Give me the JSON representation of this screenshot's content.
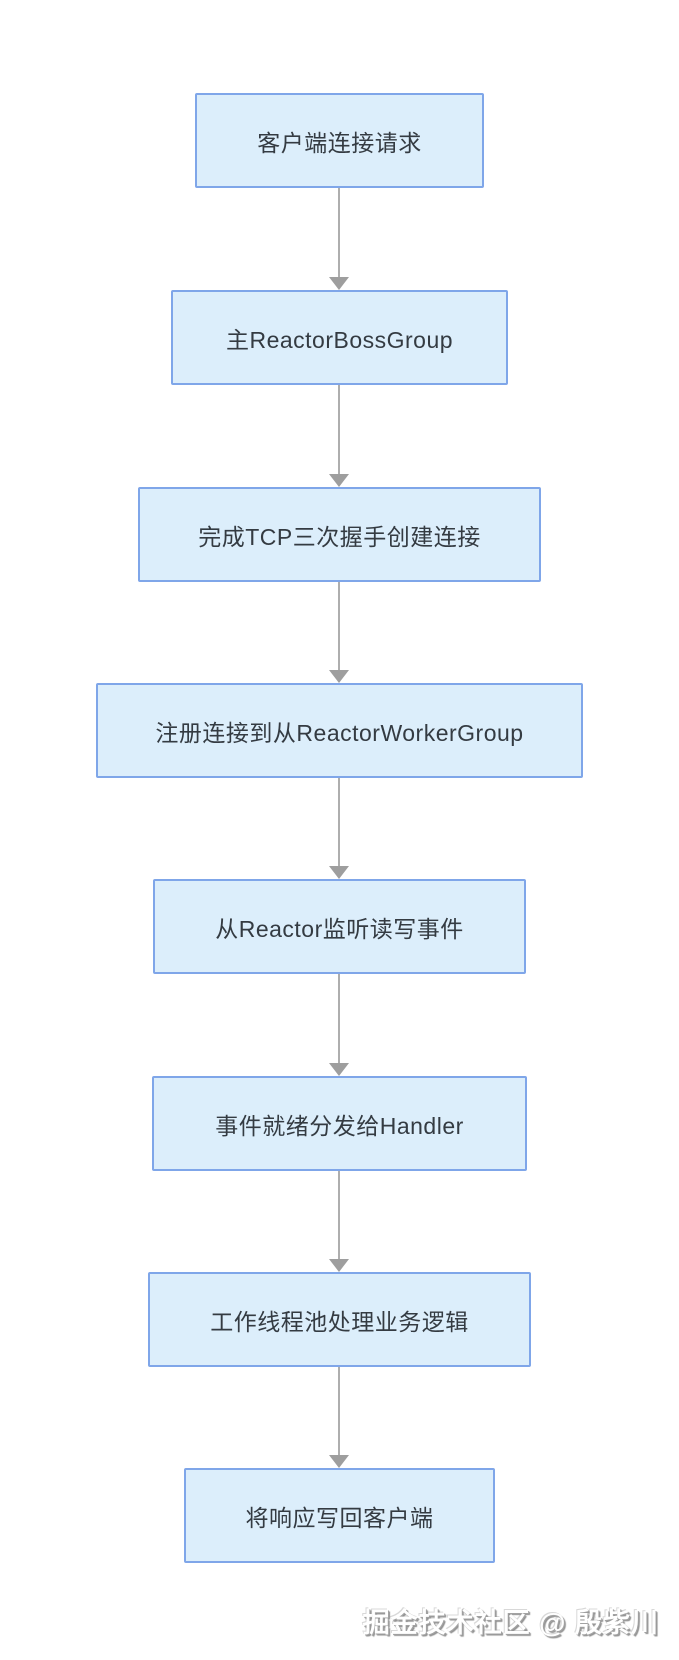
{
  "diagram": {
    "type": "flowchart",
    "direction": "top-to-bottom",
    "steps": [
      "客户端连接请求",
      "主ReactorBossGroup",
      "完成TCP三次握手创建连接",
      "注册连接到从ReactorWorkerGroup",
      "从Reactor监听读写事件",
      "事件就绪分发给Handler",
      "工作线程池处理业务逻辑",
      "将响应写回客户端"
    ],
    "connections": [
      {
        "from": 0,
        "to": 1
      },
      {
        "from": 1,
        "to": 2
      },
      {
        "from": 2,
        "to": 3
      },
      {
        "from": 3,
        "to": 4
      },
      {
        "from": 4,
        "to": 5
      },
      {
        "from": 5,
        "to": 6
      },
      {
        "from": 6,
        "to": 7
      }
    ],
    "watermark": "掘金技术社区 @ 殷紫川",
    "colors": {
      "node_fill": "#dceefb",
      "node_border": "#7fa6e9",
      "node_text": "#343b42",
      "arrow": "#9e9e9e",
      "background": "#ffffff"
    }
  }
}
